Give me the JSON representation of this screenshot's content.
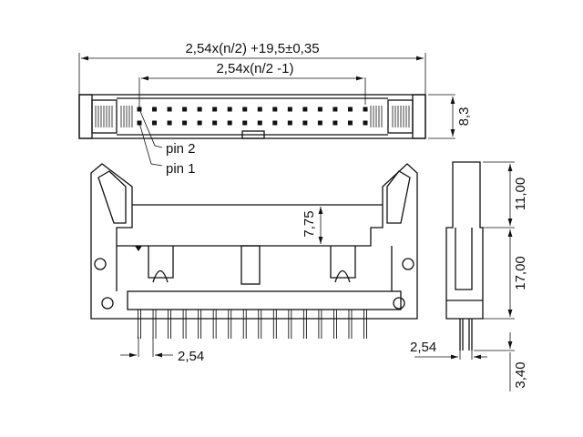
{
  "dimensions": {
    "overall_length": "2,54x(n/2) +19,5±0,35",
    "pin_span": "2,54x(n/2 -1)",
    "height_top_view": "8,3",
    "latch_height": "7,75",
    "side_upper": "11,00",
    "side_lower": "17,00",
    "pitch_front": "2,54",
    "pitch_side": "2,54",
    "pin_length": "3,40"
  },
  "labels": {
    "pin2": "pin 2",
    "pin1": "pin 1"
  },
  "pins_per_row": 16
}
